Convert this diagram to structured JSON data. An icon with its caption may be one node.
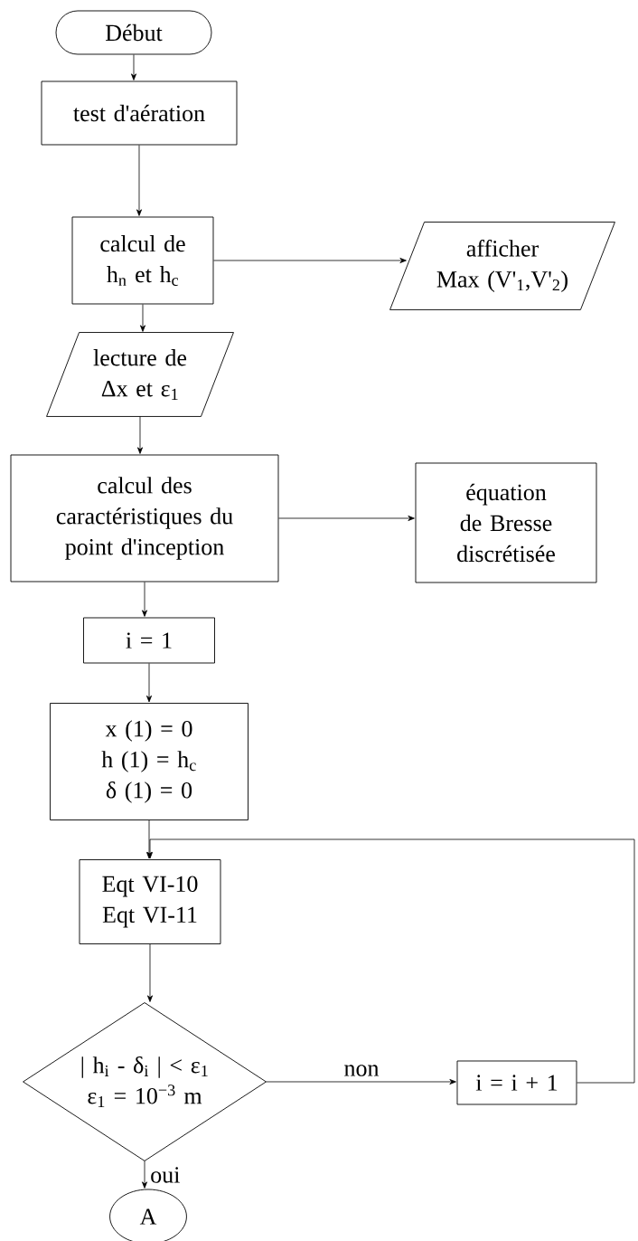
{
  "diagram": {
    "nodes": [
      {
        "text": [
          "Début"
        ]
      },
      {
        "text": [
          "test d'aération"
        ]
      },
      {
        "text": [
          "calcul de h$_{n}$ et h$_{c}$"
        ]
      },
      {
        "text": [
          "afficher",
          "Max (V'$_{1}$,V'$_{2}$)"
        ]
      },
      {
        "text": [
          "lecture de Δx et ε$_{1}$"
        ]
      },
      {
        "text": [
          "calcul des caractéristiques du point d'inception"
        ]
      },
      {
        "text": [
          "équation de Bresse discrétisée"
        ]
      },
      {
        "text": [
          "i = 1"
        ]
      },
      {
        "text": [
          "x (1) = 0",
          "h (1) = h$_{c}$",
          "δ (1) = 0"
        ]
      },
      {
        "text": [
          "Eqt VI-10",
          "Eqt VI-11"
        ]
      },
      {
        "text": [
          "| h$_{i}$ - δ$_{i}$ | < ε$_{1}$",
          "ε$_{1}$ = 10$^{−3}$ m"
        ]
      },
      {
        "text": [
          "i = i + 1"
        ]
      },
      {
        "text": [
          "A"
        ]
      }
    ],
    "edges": [
      {
        "from": 0,
        "to": 1,
        "arrow": "to"
      },
      {
        "from": 1,
        "to": 2,
        "arrow": "to"
      },
      {
        "from": 2,
        "to": 3,
        "arrow": "to"
      },
      {
        "from": 2,
        "to": 4,
        "arrow": "to"
      },
      {
        "from": 4,
        "to": 5,
        "arrow": "to"
      },
      {
        "from": 5,
        "to": 6,
        "arrow": "to"
      },
      {
        "from": 5,
        "to": 7,
        "arrow": "to"
      },
      {
        "from": 7,
        "to": 8,
        "arrow": "to"
      },
      {
        "from": 8,
        "to": 9,
        "arrow": "to"
      },
      {
        "from": 9,
        "to": 10,
        "arrow": "to"
      },
      {
        "from": 10,
        "to": 11,
        "label": "non",
        "arrow": "to"
      },
      {
        "from": 11,
        "to": 9,
        "arrow": "to"
      },
      {
        "from": 10,
        "to": 12,
        "label": "oui",
        "arrow": "to"
      }
    ]
  }
}
